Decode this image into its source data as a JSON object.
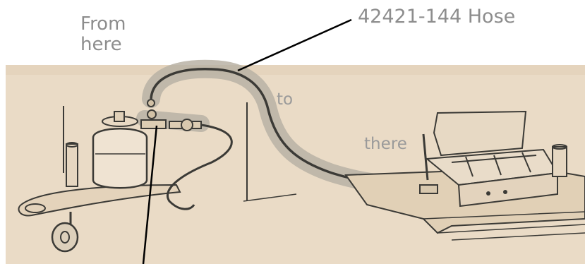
{
  "labels": {
    "from": "From\nhere",
    "to": "to",
    "there": "there",
    "hose": "42421-144 Hose"
  },
  "colors": {
    "paper": "#eadbc6",
    "sketch": "#3b3a36",
    "highlight": "#b9b1a5",
    "label": "#8d8d8d"
  }
}
